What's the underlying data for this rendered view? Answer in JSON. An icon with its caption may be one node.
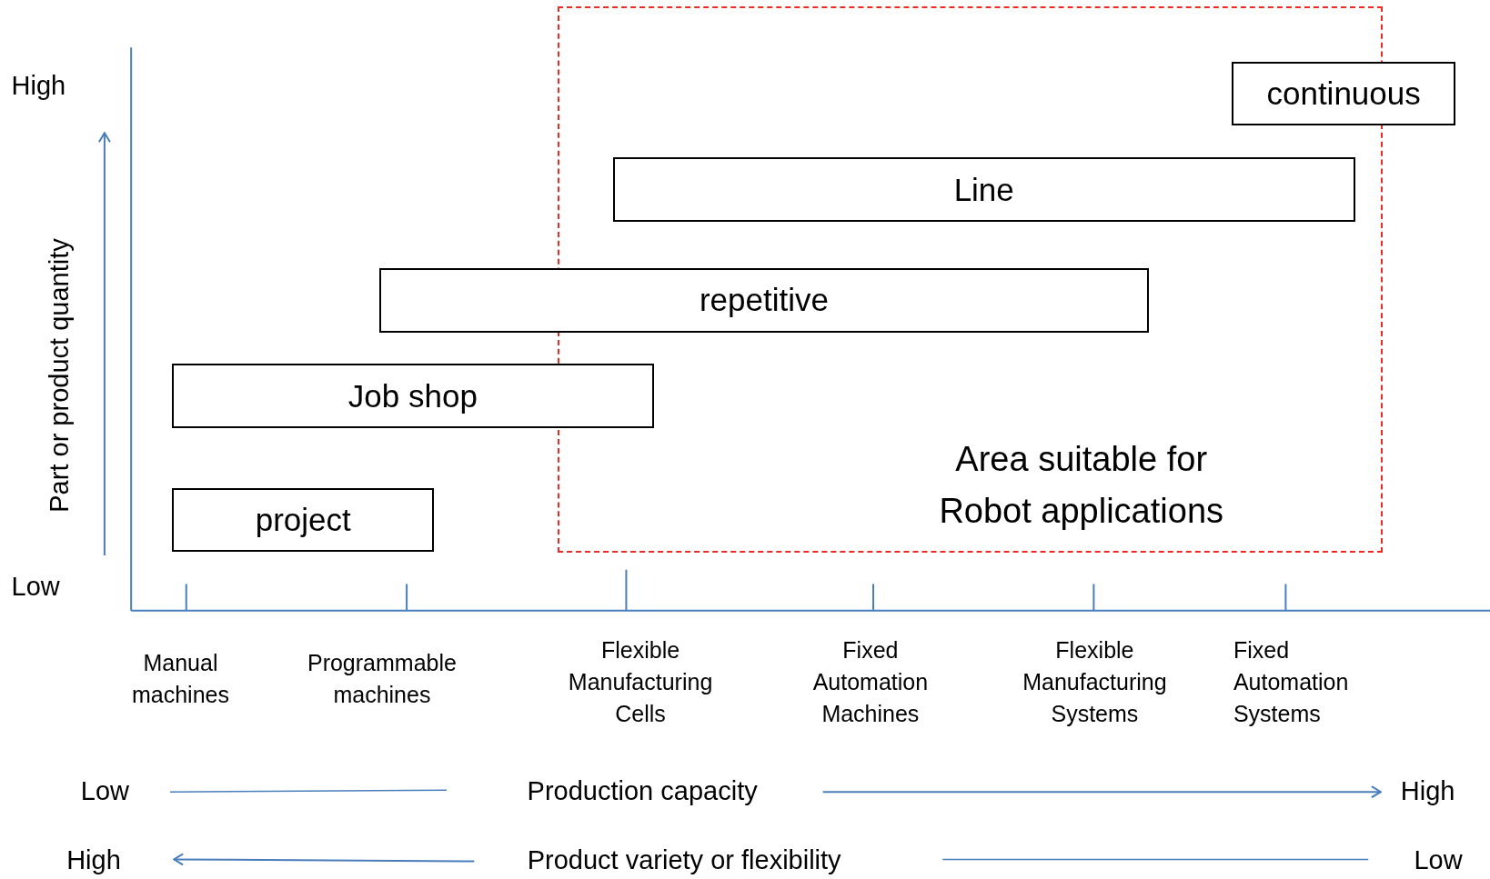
{
  "diagram": {
    "nodes": [
      {
        "text": [
          "Area suitable for Robot applications"
        ]
      },
      {
        "text": [
          "continuous"
        ]
      },
      {
        "text": [
          "Line"
        ],
        "in": 0
      },
      {
        "text": [
          "repetitive"
        ]
      },
      {
        "text": [
          "Job shop"
        ]
      },
      {
        "text": [
          "project"
        ]
      }
    ],
    "labels": [
      "High",
      "Part or product quantity",
      "Low",
      "Manual machines",
      "Programmable machines",
      "Flexible Manufacturing Cells",
      "Fixed Automation Machines",
      "Flexible Manufacturing Systems",
      "Fixed Automation Systems",
      "Low",
      "Production capacity",
      "High",
      "High",
      "Product variety or flexibility",
      "Low"
    ]
  }
}
